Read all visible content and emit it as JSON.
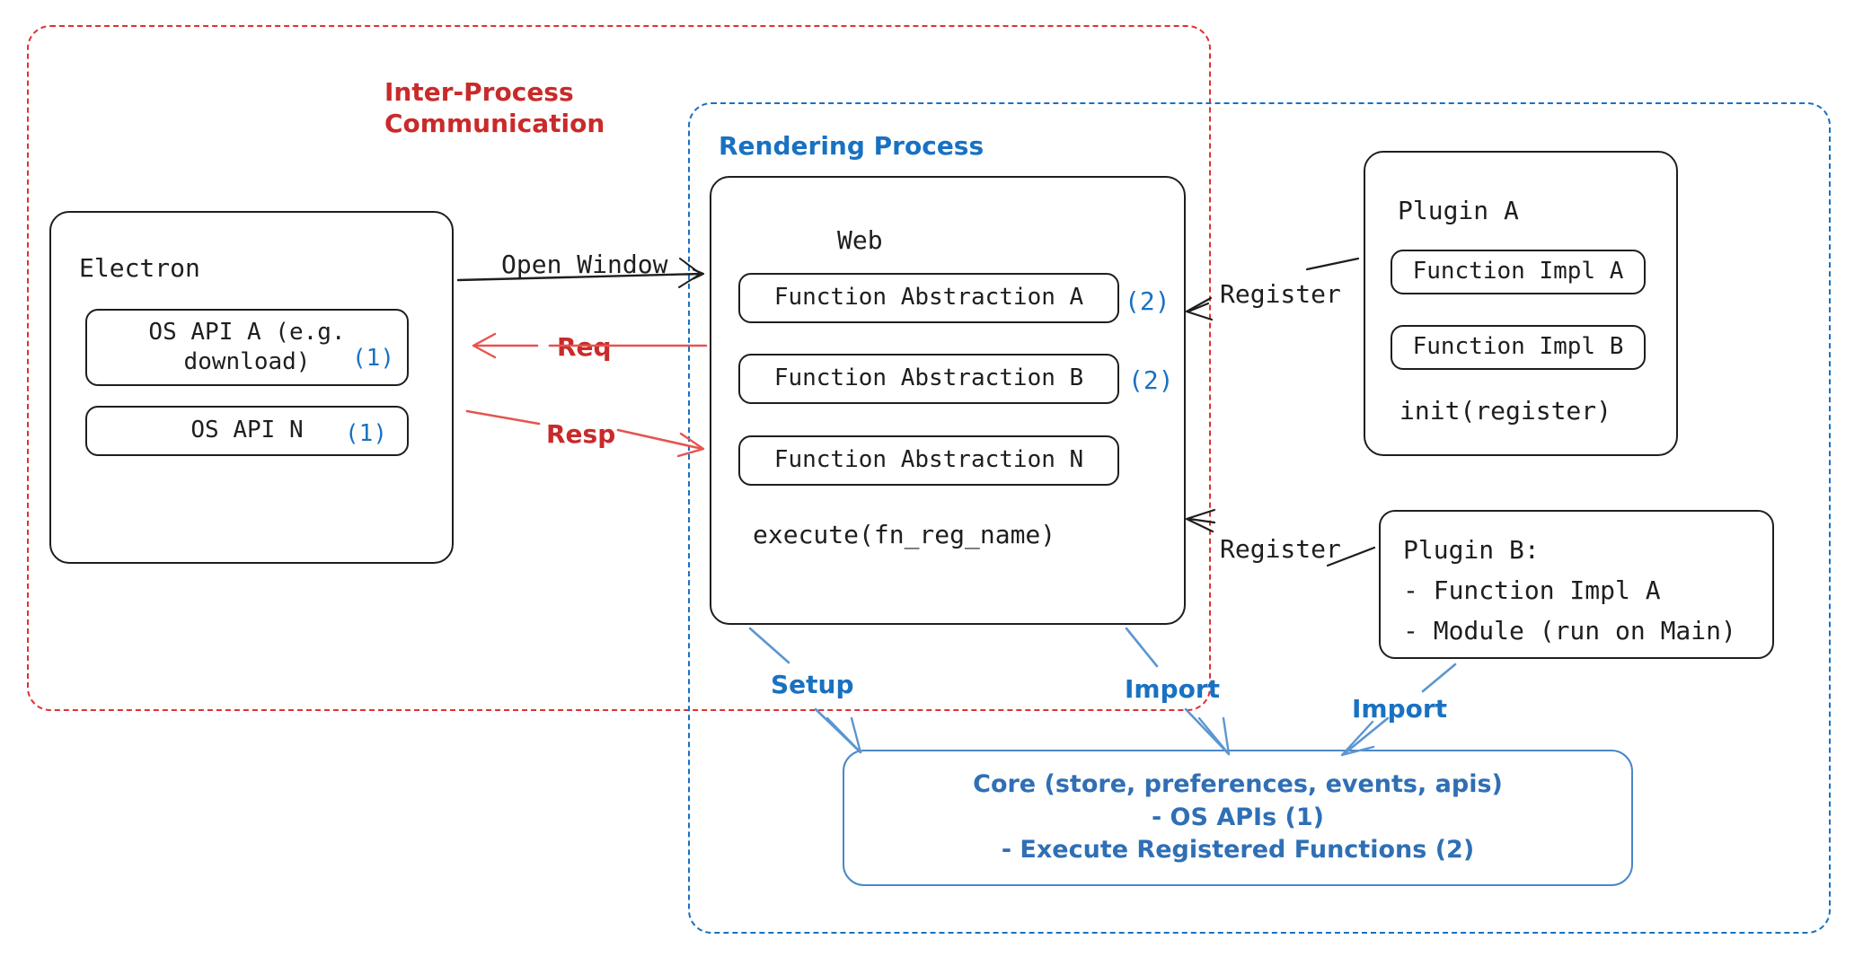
{
  "diagram": {
    "title": "Electron plugin architecture",
    "colors": {
      "ink": "#1e1e1e",
      "red": "#c92a2a",
      "red_dash": "#e03131",
      "blue": "#1971c2",
      "blue_core": "#2f6fb5",
      "blue_dash": "#1971c2"
    }
  },
  "ipc_region": {
    "label_line1": "Inter-Process",
    "label_line2": "Communication"
  },
  "rendering_region": {
    "label": "Rendering Process"
  },
  "electron": {
    "title": "Electron",
    "apis": [
      {
        "label": "OS API A (e.g.\ndownload)",
        "marker": "(1)"
      },
      {
        "label": "OS API N",
        "marker": "(1)"
      }
    ]
  },
  "web": {
    "title": "Web",
    "abstractions": [
      {
        "label": "Function Abstraction A",
        "marker": "(2)"
      },
      {
        "label": "Function Abstraction B",
        "marker": "(2)"
      },
      {
        "label": "Function Abstraction N",
        "marker": ""
      }
    ],
    "execute": "execute(fn_reg_name)"
  },
  "plugin_a": {
    "title": "Plugin A",
    "impls": [
      {
        "label": "Function Impl A"
      },
      {
        "label": "Function Impl B"
      }
    ],
    "init": "init(register)"
  },
  "plugin_b": {
    "lines": [
      "Plugin B:",
      "- Function Impl A",
      "- Module (run on Main)"
    ]
  },
  "core": {
    "lines": [
      "Core (store, preferences, events, apis)",
      "- OS APIs (1)",
      "- Execute Registered Functions (2)"
    ]
  },
  "edges": {
    "open_window": "Open Window",
    "req": "Req",
    "resp": "Resp",
    "register_top": "Register",
    "register_bottom": "Register",
    "setup": "Setup",
    "import_web": "Import",
    "import_plugin_b": "Import"
  }
}
